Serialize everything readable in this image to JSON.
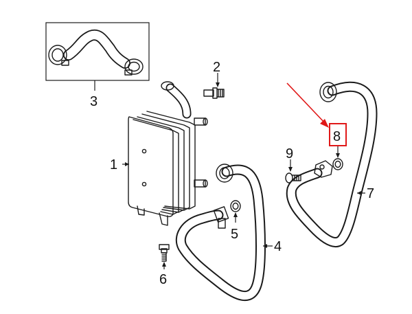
{
  "diagram": {
    "callouts": [
      {
        "id": "1",
        "label": "1"
      },
      {
        "id": "2",
        "label": "2"
      },
      {
        "id": "3",
        "label": "3"
      },
      {
        "id": "4",
        "label": "4"
      },
      {
        "id": "5",
        "label": "5"
      },
      {
        "id": "6",
        "label": "6"
      },
      {
        "id": "7",
        "label": "7"
      },
      {
        "id": "8",
        "label": "8"
      },
      {
        "id": "9",
        "label": "9"
      }
    ],
    "highlight": {
      "callout": "8",
      "color": "#e01818"
    },
    "colors": {
      "line": "#1a1a1a",
      "background": "#ffffff"
    }
  }
}
